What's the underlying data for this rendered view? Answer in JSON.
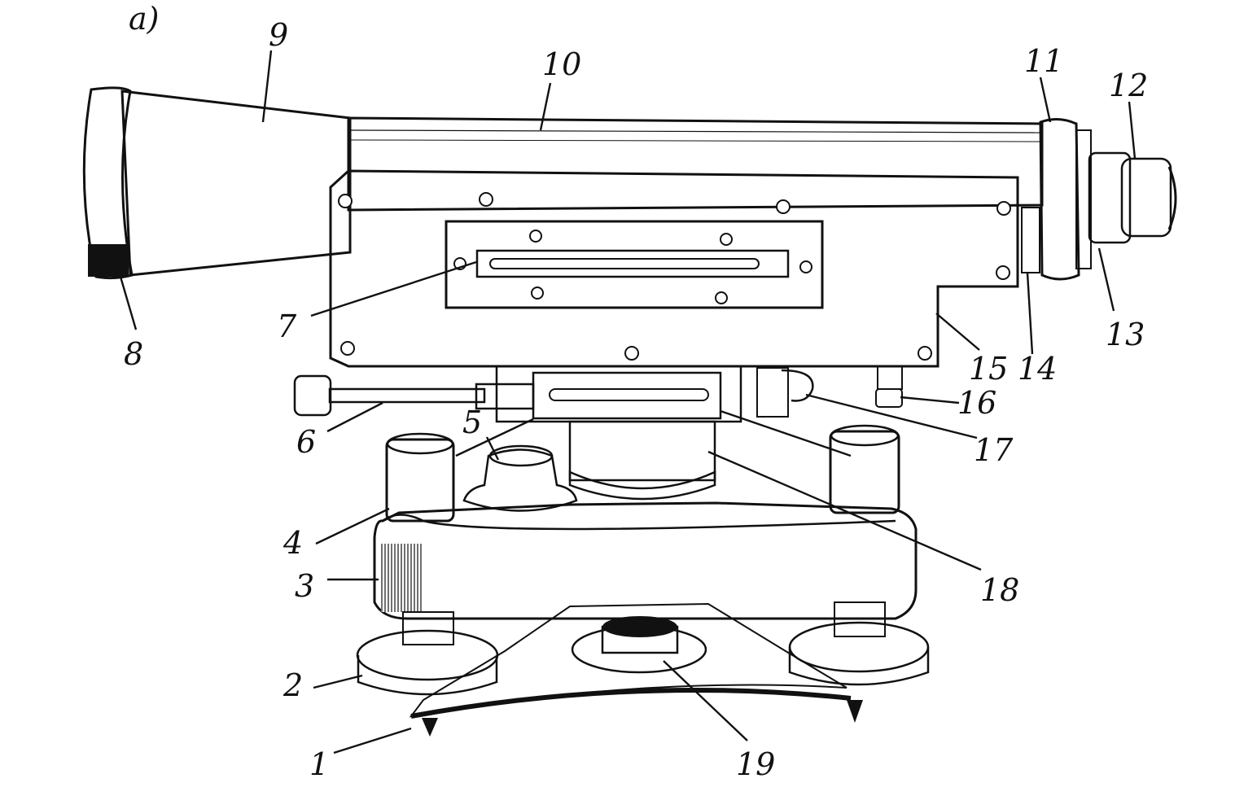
{
  "figure": {
    "panel_label": "a)",
    "callouts": [
      "1",
      "2",
      "3",
      "4",
      "5",
      "6",
      "7",
      "8",
      "9",
      "10",
      "11",
      "12",
      "13",
      "14",
      "15",
      "16",
      "17",
      "18",
      "19"
    ]
  },
  "colors": {
    "ink": "#111111",
    "paper": "#ffffff"
  }
}
